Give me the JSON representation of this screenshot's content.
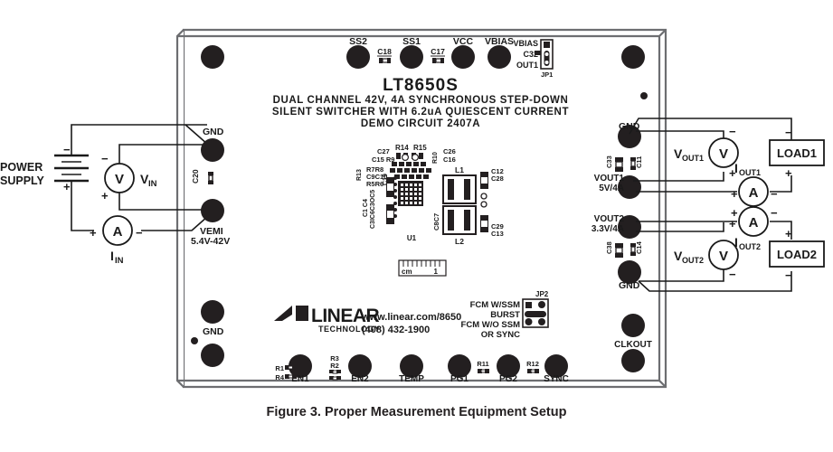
{
  "figure": {
    "caption": "Figure 3. Proper Measurement Equipment Setup"
  },
  "board": {
    "title": "LT8650S",
    "subtitle_line1": "DUAL CHANNEL 42V, 4A SYNCHRONOUS STEP-DOWN",
    "subtitle_line2": "SILENT SWITCHER WITH 6.2uA QUIESCENT CURRENT",
    "subtitle_line3": "DEMO CIRCUIT 2407A",
    "brand_name": "LINEAR",
    "brand_sub": "TECHNOLOGY",
    "website": "www.linear.com/8650",
    "phone": "(408) 432-1900",
    "scale_unit": "cm",
    "scale_mark": "1"
  },
  "top_pads": [
    {
      "label": "SS2"
    },
    {
      "label": "SS1"
    },
    {
      "label": "VCC"
    },
    {
      "label": "VBIAS"
    }
  ],
  "top_caps": [
    {
      "label": "C18"
    },
    {
      "label": "C17"
    }
  ],
  "jp1": {
    "name": "JP1",
    "option_top": "VBIAS",
    "option_mid": "C32",
    "option_bottom": "OUT1"
  },
  "jp2": {
    "name": "JP2",
    "option_1": "FCM W/SSM",
    "option_2": "BURST",
    "option_3a": "FCM W/O SSM",
    "option_3b": "OR SYNC"
  },
  "left_pads": [
    {
      "label": "GND",
      "sub": ""
    },
    {
      "label": "VEMI",
      "sub": "5.4V-42V"
    }
  ],
  "left_cap": {
    "label": "C20"
  },
  "left_bottom_pad": {
    "label": "GND"
  },
  "right_pads": [
    {
      "label": "GND",
      "sub": ""
    },
    {
      "label": "VOUT1",
      "sub": "5V/4A"
    },
    {
      "label": "VOUT2",
      "sub": "3.3V/4A"
    },
    {
      "label": "GND",
      "sub": ""
    }
  ],
  "right_caps": [
    {
      "label": "C33"
    },
    {
      "label": "C11"
    },
    {
      "label": "C38"
    },
    {
      "label": "C14"
    }
  ],
  "right_bottom_pad": {
    "label": "CLKOUT"
  },
  "bottom_pads": [
    {
      "label": "EN1"
    },
    {
      "label": "EN2"
    },
    {
      "label": "TEMP"
    },
    {
      "label": "PG1"
    },
    {
      "label": "PG2"
    },
    {
      "label": "SYNC"
    }
  ],
  "bottom_parts": [
    {
      "label": "R1"
    },
    {
      "label": "R4"
    },
    {
      "label": "R3"
    },
    {
      "label": "R2"
    },
    {
      "label": "R11"
    },
    {
      "label": "R12"
    }
  ],
  "ic_labels": {
    "u1": "U1",
    "l1": "L1",
    "l2": "L2",
    "r14": "R14",
    "r15": "R15",
    "group_left_1": "R7R8",
    "group_left_2": "C9C10",
    "group_left_3": "R5R6",
    "group_left_r13": "R13",
    "group_left_c19": "C19",
    "group_left_c1c4": "C1 C4",
    "group_left_c3c6": "C3IC6C3OC5",
    "c27": "C27",
    "c15r9": "C15 R9",
    "r10": "R10",
    "c26": "C26",
    "c16": "C16",
    "c12": "C12",
    "c28": "C28",
    "c29": "C29",
    "c13": "C13",
    "c8c7": "C8C7"
  },
  "instruments": {
    "power_supply_line1": "POWER",
    "power_supply_line2": "SUPPLY",
    "vin_meter": "V",
    "vin_label": "V",
    "vin_sub": "IN",
    "iin_meter": "A",
    "iin_label": "I",
    "iin_sub": "IN",
    "vout1_label": "V",
    "vout1_sub": "OUT1",
    "vout1_meter": "V",
    "vout2_label": "V",
    "vout2_sub": "OUT2",
    "vout2_meter": "V",
    "iout1_label": "I",
    "iout1_sub": "OUT1",
    "iout1_meter": "A",
    "iout2_label": "I",
    "iout2_sub": "OUT2",
    "iout2_meter": "A",
    "load1": "LOAD1",
    "load2": "LOAD2",
    "plus": "+",
    "minus": "−"
  },
  "colors": {
    "ink": "#1a1a1a",
    "pad": "#231f20",
    "board_outline": "#6d6e71",
    "background": "#ffffff"
  }
}
